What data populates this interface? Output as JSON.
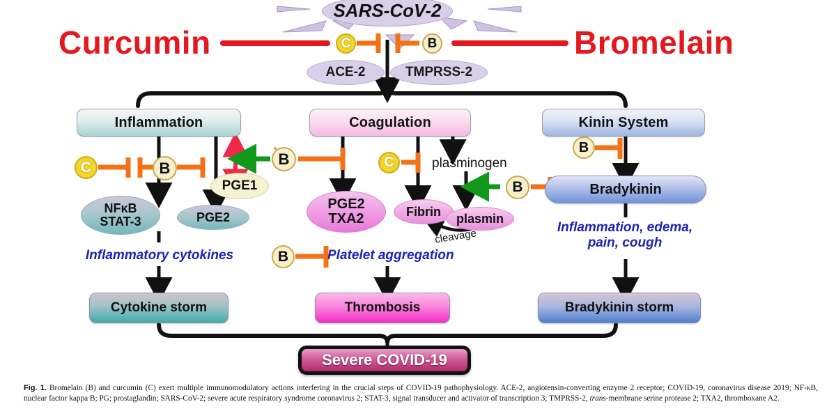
{
  "figure": {
    "drug_left": "Curcumin",
    "drug_right": "Bromelain",
    "accent_red": "#e3191f",
    "inhibitor_orange": "#f47216",
    "stimulate_green": "#11991b",
    "bidirectional_red": "#f0284a",
    "blue_text": "#1d23b5"
  },
  "virus": {
    "label": "SARS-CoV-2"
  },
  "receptors": [
    {
      "id": "ace2",
      "label": "ACE-2"
    },
    {
      "id": "tmprss2",
      "label": "TMPRSS-2"
    }
  ],
  "agents": {
    "curcumin_symbol": "C",
    "bromelain_symbol": "B"
  },
  "systems": [
    {
      "id": "inflammation",
      "label": "Inflammation"
    },
    {
      "id": "coagulation",
      "label": "Coagulation"
    },
    {
      "id": "kinin",
      "label": "Kinin System"
    }
  ],
  "mediators": {
    "nfkb_stat3": "NFκB\nSTAT-3",
    "pge2_left": "PGE2",
    "pge1": "PGE1",
    "pge2_txa2": "PGE2\nTXA2",
    "plasminogen": "plasminogen",
    "fibrin": "Fibrin",
    "plasmin": "plasmin",
    "cleavage": "cleavage",
    "bradykinin": "Bradykinin"
  },
  "outcomes": {
    "inflammatory_cytokines": "Inflammatory cytokines",
    "platelet_aggregation": "Platelet aggregation",
    "kinin_effects": "Inflammation, edema,\npain, cough"
  },
  "storms": [
    {
      "id": "cytokine-storm",
      "label": "Cytokine storm"
    },
    {
      "id": "thrombosis",
      "label": "Thrombosis"
    },
    {
      "id": "bradykinin-storm",
      "label": "Bradykinin storm"
    }
  ],
  "final": {
    "label": "Severe COVID-19"
  },
  "caption": {
    "fig_label": "Fig. 1.",
    "line1": "Bromelain (B) and curcumin (C) exert multiple immunomodulatory actions interfering in the crucial steps of COVID-19 pathophysiology. ACE-2, angiotensin-converting",
    "line2": "enzyme 2 receptor; COVID-19, coronavirus disease 2019; NF-κB, nuclear factor kappa B; PG; prostaglandin; SARS-CoV-2; severe acute respiratory syndrome coronavirus 2; STAT-3,",
    "line3_a": "signal transducer and activator of transcription 3; TMPRSS-2, ",
    "line3_i": "trans",
    "line3_b": "-membrane serine protease 2; TXA2, thromboxane A2."
  }
}
